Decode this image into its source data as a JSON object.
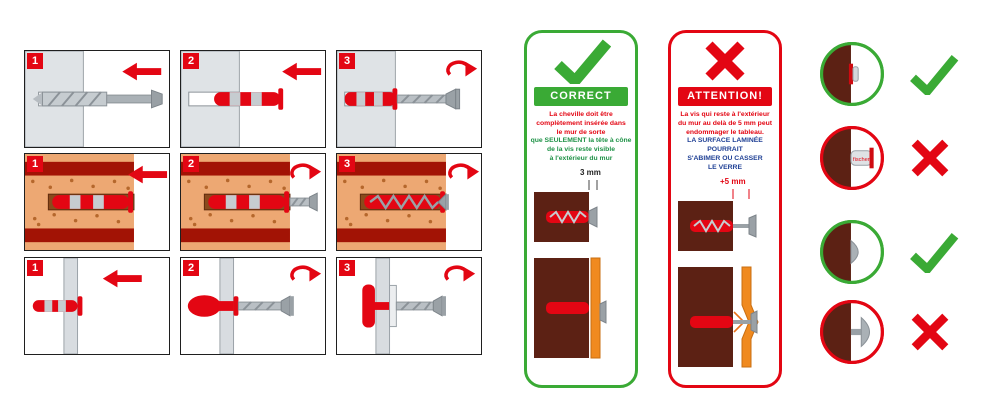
{
  "steps": {
    "rows": [
      {
        "surface": "solid-concrete-wall",
        "panels": [
          {
            "number": "1",
            "action": "drill-hole"
          },
          {
            "number": "2",
            "action": "insert-plug"
          },
          {
            "number": "3",
            "action": "drive-screw"
          }
        ]
      },
      {
        "surface": "perforated-brick-wall",
        "panels": [
          {
            "number": "1",
            "action": "insert-plug"
          },
          {
            "number": "2",
            "action": "drive-screw"
          },
          {
            "number": "3",
            "action": "screw-seated"
          }
        ]
      },
      {
        "surface": "hollow-panel-wall",
        "panels": [
          {
            "number": "1",
            "action": "insert-plug"
          },
          {
            "number": "2",
            "action": "drive-screw"
          },
          {
            "number": "3",
            "action": "plug-folded-behind-panel"
          }
        ]
      }
    ]
  },
  "correct_card": {
    "title": "CORRECT",
    "text_lines": [
      "La cheville doit être",
      "complètement insérée dans",
      "le mur de sorte",
      "que SEULEMENT la tête à cône",
      "de la vis reste visible",
      "à l'extérieur du mur"
    ],
    "measurement": "3 mm"
  },
  "attention_card": {
    "title": "ATTENTION!",
    "text_lines": [
      "La vis qui reste à l'extérieur",
      "du mur au delà de 5 mm peut",
      "endommager le tableau.",
      "LA SURFACE LAMINÉE POURRAIT",
      "S'ABIMER OU CASSER",
      "LE VERRE"
    ],
    "measurement": "+5 mm"
  },
  "examples": [
    {
      "item": "plug-flush-with-wall",
      "result": "correct"
    },
    {
      "item": "plug-protruding-from-wall",
      "result": "incorrect",
      "brand_label": "fischer"
    },
    {
      "item": "screw-head-flush",
      "result": "correct"
    },
    {
      "item": "screw-head-protruding",
      "result": "incorrect"
    }
  ],
  "colors": {
    "correct_green": "#3aaa35",
    "error_red": "#e30613",
    "wall_maroon": "#5c2114",
    "brick_orange": "#eda873",
    "laminate_orange": "#f08a1f"
  }
}
